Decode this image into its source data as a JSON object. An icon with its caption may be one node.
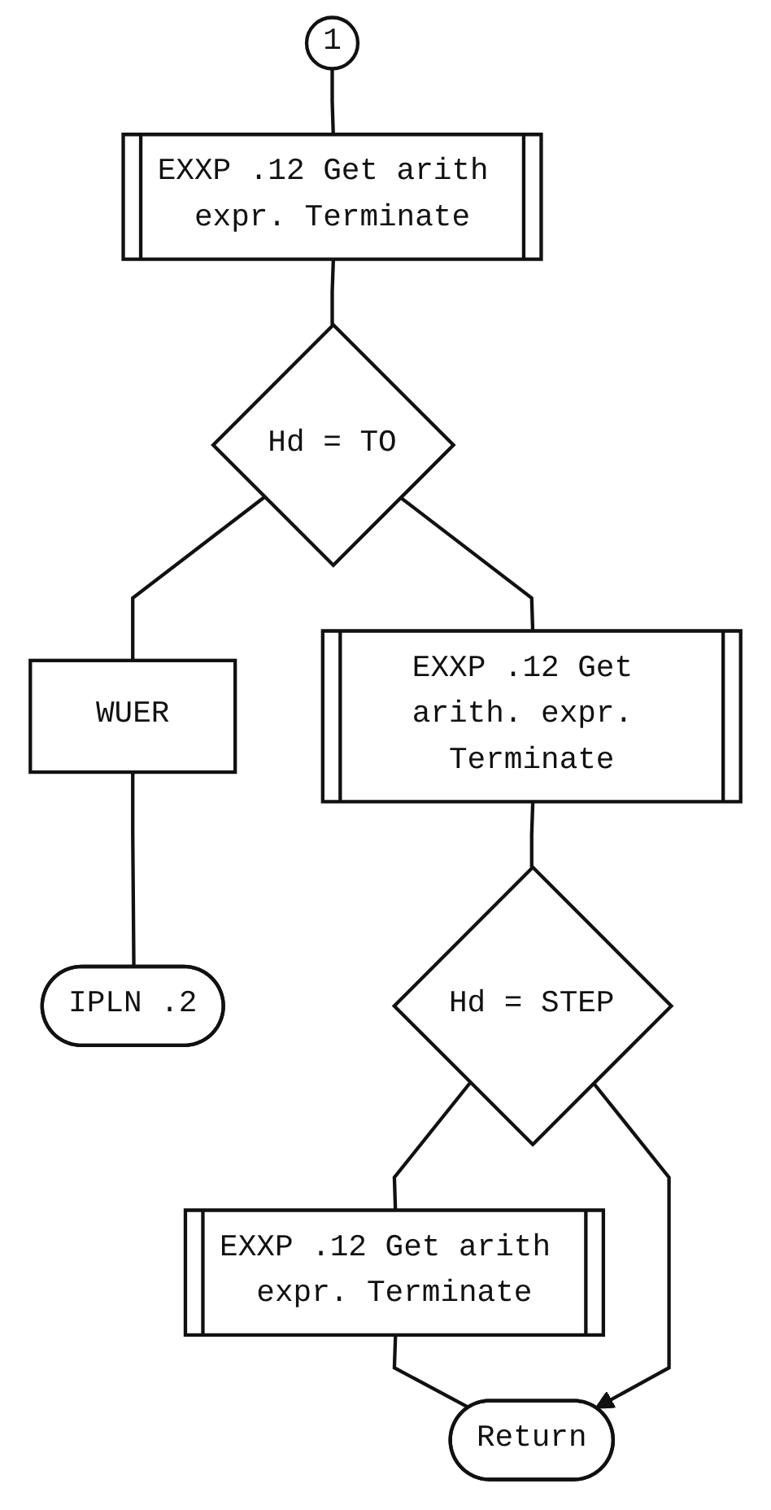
{
  "diagram": {
    "nodes": [
      {
        "text": [
          "1"
        ]
      },
      {
        "text": [
          "EXXP .12 Get arith expr. Terminate"
        ]
      },
      {
        "text": [
          "Hd = TO"
        ]
      },
      {
        "text": [
          "WUER"
        ]
      },
      {
        "text": [
          "IPLN .2"
        ]
      },
      {
        "text": [
          "EXXP .12 Get arith. expr. Terminate"
        ]
      },
      {
        "text": [
          "Hd = STEP"
        ]
      },
      {
        "text": [
          "EXXP .12 Get arith expr. Terminate"
        ]
      },
      {
        "text": [
          "Return"
        ]
      }
    ],
    "edges": [
      {
        "from": 0,
        "to": 1,
        "arrow": "none"
      },
      {
        "from": 1,
        "to": 2,
        "arrow": "none"
      },
      {
        "from": 2,
        "to": 3,
        "arrow": "none"
      },
      {
        "from": 3,
        "to": 4,
        "arrow": "none"
      },
      {
        "from": 2,
        "to": 5,
        "arrow": "none"
      },
      {
        "from": 5,
        "to": 6,
        "arrow": "none"
      },
      {
        "from": 6,
        "to": 7,
        "arrow": "none"
      },
      {
        "from": 7,
        "to": 8,
        "arrow": "none"
      },
      {
        "from": 6,
        "to": 8,
        "arrow": "to"
      }
    ]
  }
}
